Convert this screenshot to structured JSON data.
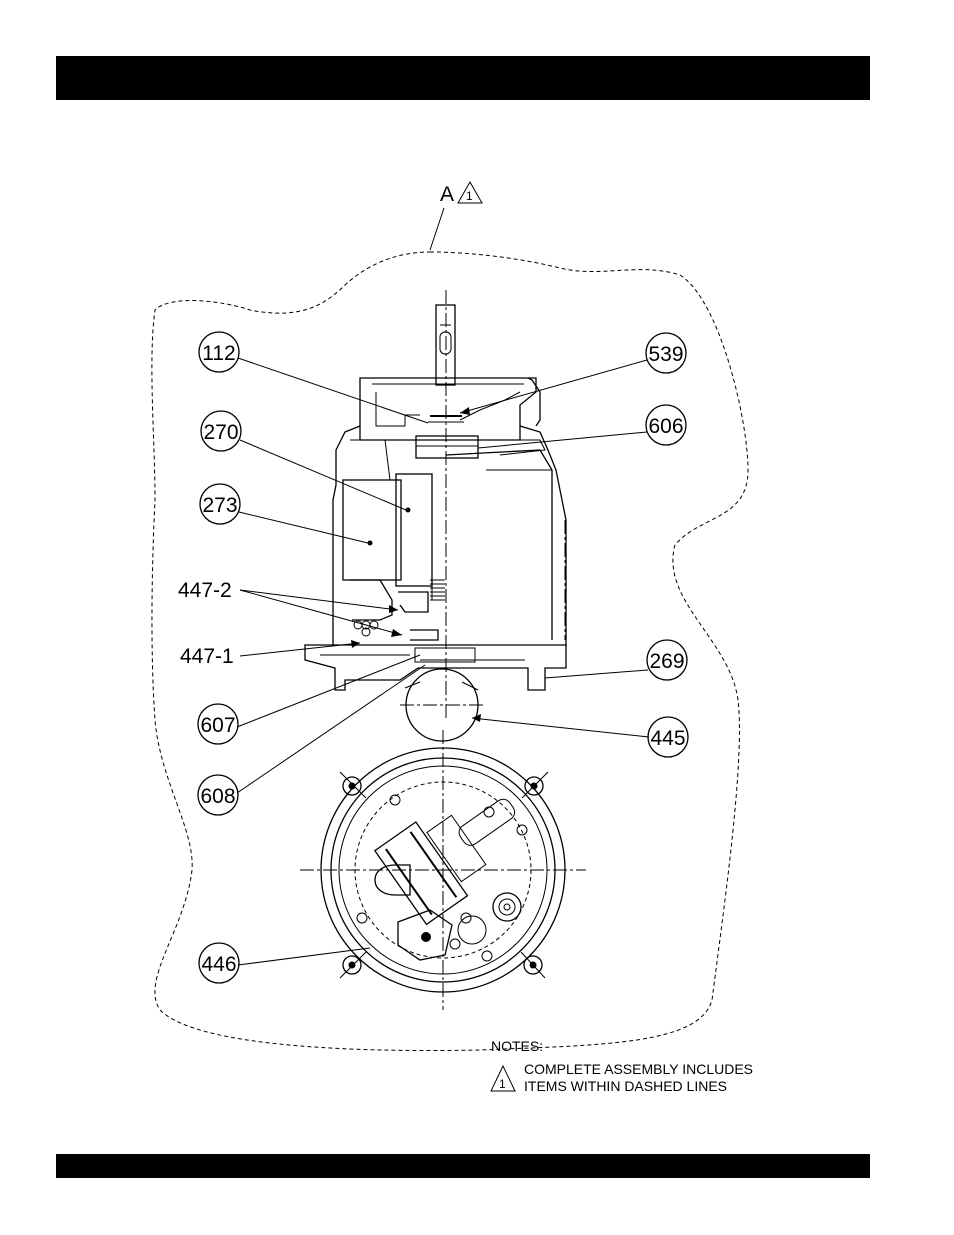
{
  "assembly": {
    "letter": "A",
    "note_mark": "1"
  },
  "callouts": {
    "c112": "112",
    "c270": "270",
    "c273": "273",
    "c447_2": "447-2",
    "c447_1": "447-1",
    "c607": "607",
    "c608": "608",
    "c446": "446",
    "c539": "539",
    "c606": "606",
    "c269": "269",
    "c445": "445"
  },
  "notes": {
    "heading": "NOTES:",
    "mark": "1",
    "line1": "COMPLETE ASSEMBLY INCLUDES",
    "line2": "ITEMS WITHIN DASHED LINES"
  }
}
